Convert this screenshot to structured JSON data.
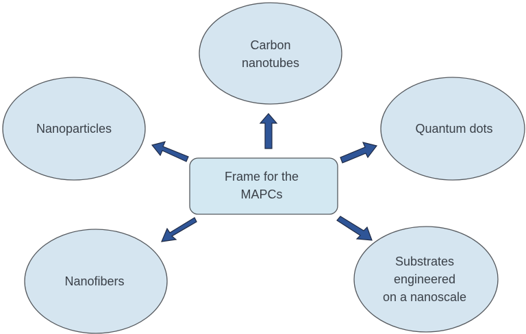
{
  "diagram": {
    "type": "hub-and-spoke",
    "center": {
      "label_lines": [
        "Frame for the",
        "MAPCs"
      ]
    },
    "nodes": [
      {
        "id": "carbon-nanotubes",
        "label_lines": [
          "Carbon",
          "nanotubes"
        ],
        "position": "top"
      },
      {
        "id": "nanoparticles",
        "label_lines": [
          "Nanoparticles"
        ],
        "position": "upper-left"
      },
      {
        "id": "quantum-dots",
        "label_lines": [
          "Quantum dots"
        ],
        "position": "upper-right"
      },
      {
        "id": "nanofibers",
        "label_lines": [
          "Nanofibers"
        ],
        "position": "lower-left"
      },
      {
        "id": "substrates",
        "label_lines": [
          "Substrates",
          "engineered",
          "on a nanoscale"
        ],
        "position": "lower-right"
      }
    ],
    "edges": [
      {
        "from": "center",
        "to": "carbon-nanotubes",
        "style": "block-arrow"
      },
      {
        "from": "center",
        "to": "nanoparticles",
        "style": "block-arrow"
      },
      {
        "from": "center",
        "to": "quantum-dots",
        "style": "block-arrow"
      },
      {
        "from": "center",
        "to": "nanofibers",
        "style": "block-arrow"
      },
      {
        "from": "center",
        "to": "substrates",
        "style": "block-arrow"
      }
    ],
    "colors": {
      "node_fill": "#d5e5f0",
      "center_fill": "#d3e8f2",
      "outline": "#55595e",
      "arrow_fill": "#2f5597",
      "arrow_outline": "#1f2a44",
      "text": "#3a4048"
    }
  }
}
